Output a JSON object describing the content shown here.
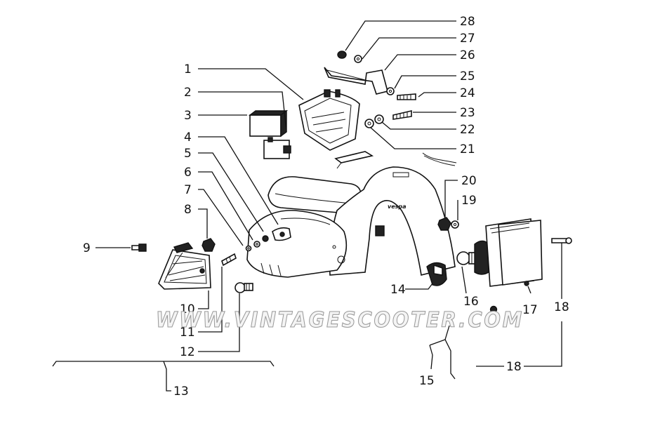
{
  "watermark": "WWW.VINTAGESCOOTER.COM",
  "body_badge": "vespa",
  "callouts": {
    "c1": "1",
    "c2": "2",
    "c3": "3",
    "c4": "4",
    "c5": "5",
    "c6": "6",
    "c7": "7",
    "c8": "8",
    "c9": "9",
    "c10": "10",
    "c11": "11",
    "c12": "12",
    "c13": "13",
    "c14": "14",
    "c15": "15",
    "c16": "16",
    "c17": "17",
    "c18a": "18",
    "c18b": "18",
    "c19": "19",
    "c20": "20",
    "c21": "21",
    "c22": "22",
    "c23": "23",
    "c24": "24",
    "c25": "25",
    "c26": "26",
    "c27": "27",
    "c28": "28"
  }
}
